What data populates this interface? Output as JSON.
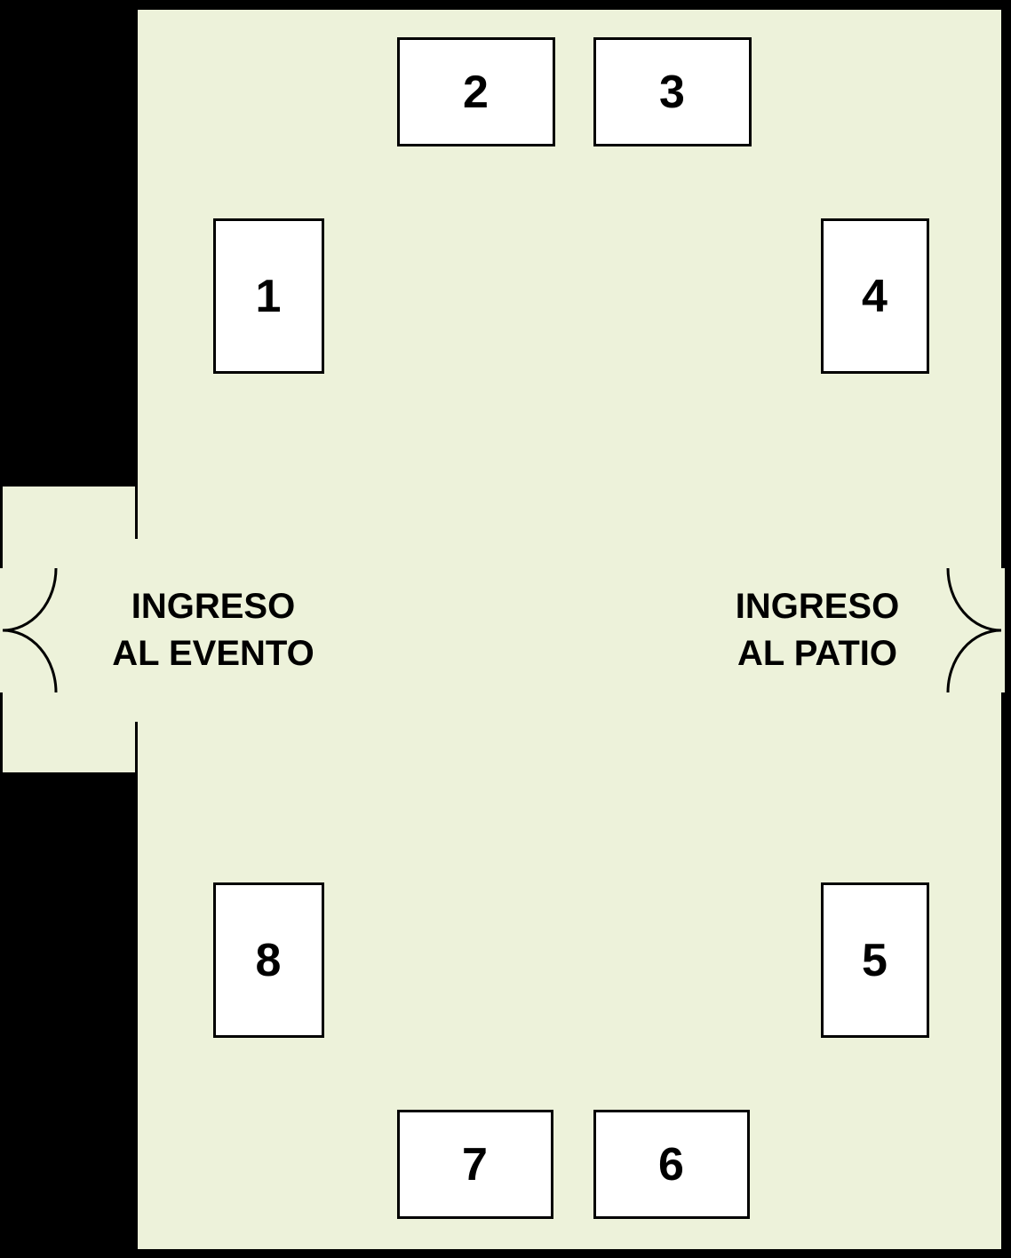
{
  "diagram": {
    "type": "floor-plan"
  },
  "colors": {
    "background": "#000000",
    "room_fill": "#edf2da",
    "table_fill": "#ffffff",
    "outline": "#000000",
    "text": "#000000"
  },
  "tables": [
    {
      "label": "1"
    },
    {
      "label": "2"
    },
    {
      "label": "3"
    },
    {
      "label": "4"
    },
    {
      "label": "5"
    },
    {
      "label": "6"
    },
    {
      "label": "7"
    },
    {
      "label": "8"
    }
  ],
  "entrances": [
    {
      "name": "event-entrance",
      "line1": "INGRESO",
      "line2": "AL EVENTO"
    },
    {
      "name": "patio-entrance",
      "line1": "INGRESO",
      "line2": "AL PATIO"
    }
  ],
  "icons": [
    {
      "name": "double-door-left-icon"
    },
    {
      "name": "double-door-right-icon"
    }
  ]
}
